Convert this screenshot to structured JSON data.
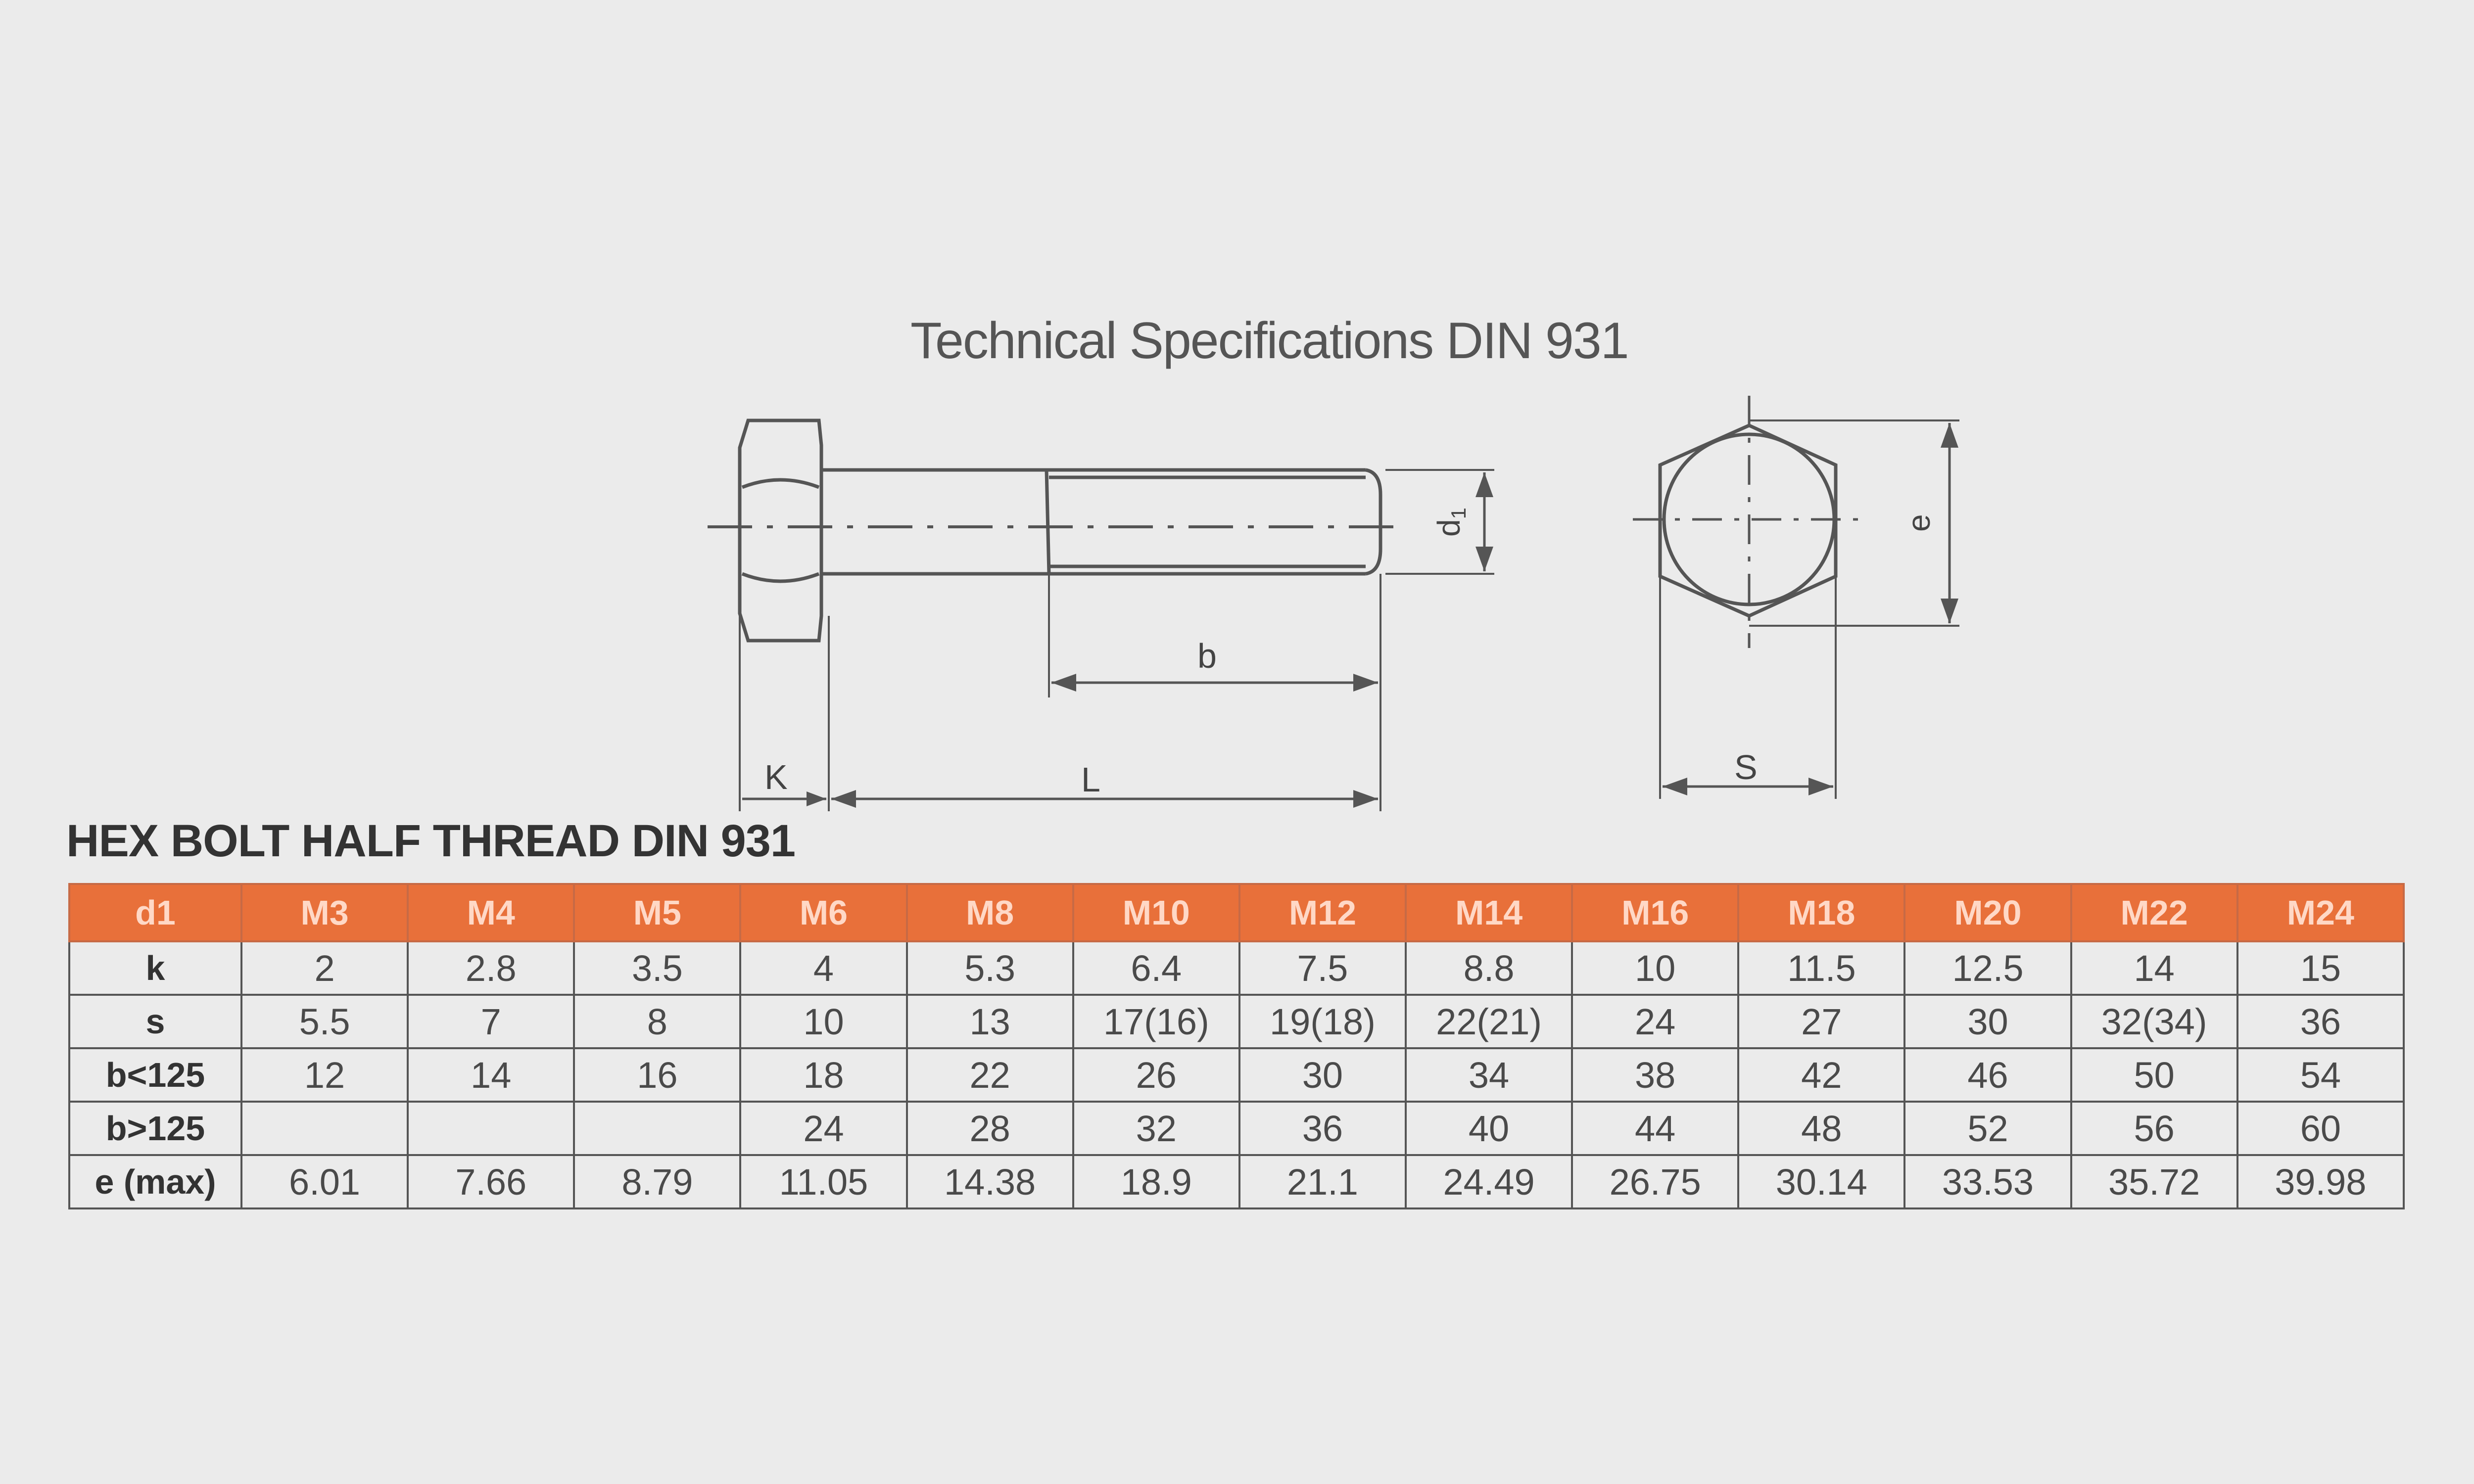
{
  "title": "Technical Specifications DIN 931",
  "diagram": {
    "labels": {
      "k": "K",
      "l": "L",
      "b": "b",
      "d1": "d",
      "d1_sub": "1",
      "s": "S",
      "e": "e"
    }
  },
  "table": {
    "heading": "HEX BOLT HALF THREAD DIN 931",
    "header": [
      "d1",
      "M3",
      "M4",
      "M5",
      "M6",
      "M8",
      "M10",
      "M12",
      "M14",
      "M16",
      "M18",
      "M20",
      "M22",
      "M24"
    ],
    "rows": [
      {
        "label": "k",
        "values": [
          "2",
          "2.8",
          "3.5",
          "4",
          "5.3",
          "6.4",
          "7.5",
          "8.8",
          "10",
          "11.5",
          "12.5",
          "14",
          "15"
        ]
      },
      {
        "label": "s",
        "values": [
          "5.5",
          "7",
          "8",
          "10",
          "13",
          "17(16)",
          "19(18)",
          "22(21)",
          "24",
          "27",
          "30",
          "32(34)",
          "36"
        ]
      },
      {
        "label": "b<125",
        "values": [
          "12",
          "14",
          "16",
          "18",
          "22",
          "26",
          "30",
          "34",
          "38",
          "42",
          "46",
          "50",
          "54"
        ]
      },
      {
        "label": "b>125",
        "values": [
          "",
          "",
          "",
          "24",
          "28",
          "32",
          "36",
          "40",
          "44",
          "48",
          "52",
          "56",
          "60"
        ]
      },
      {
        "label": "e (max)",
        "values": [
          "6.01",
          "7.66",
          "8.79",
          "11.05",
          "14.38",
          "18.9",
          "21.1",
          "24.49",
          "26.75",
          "30.14",
          "33.53",
          "35.72",
          "39.98"
        ]
      }
    ]
  },
  "colors": {
    "header_bg": "#e8703a",
    "header_text": "#ffd8c6",
    "line": "#555555"
  }
}
